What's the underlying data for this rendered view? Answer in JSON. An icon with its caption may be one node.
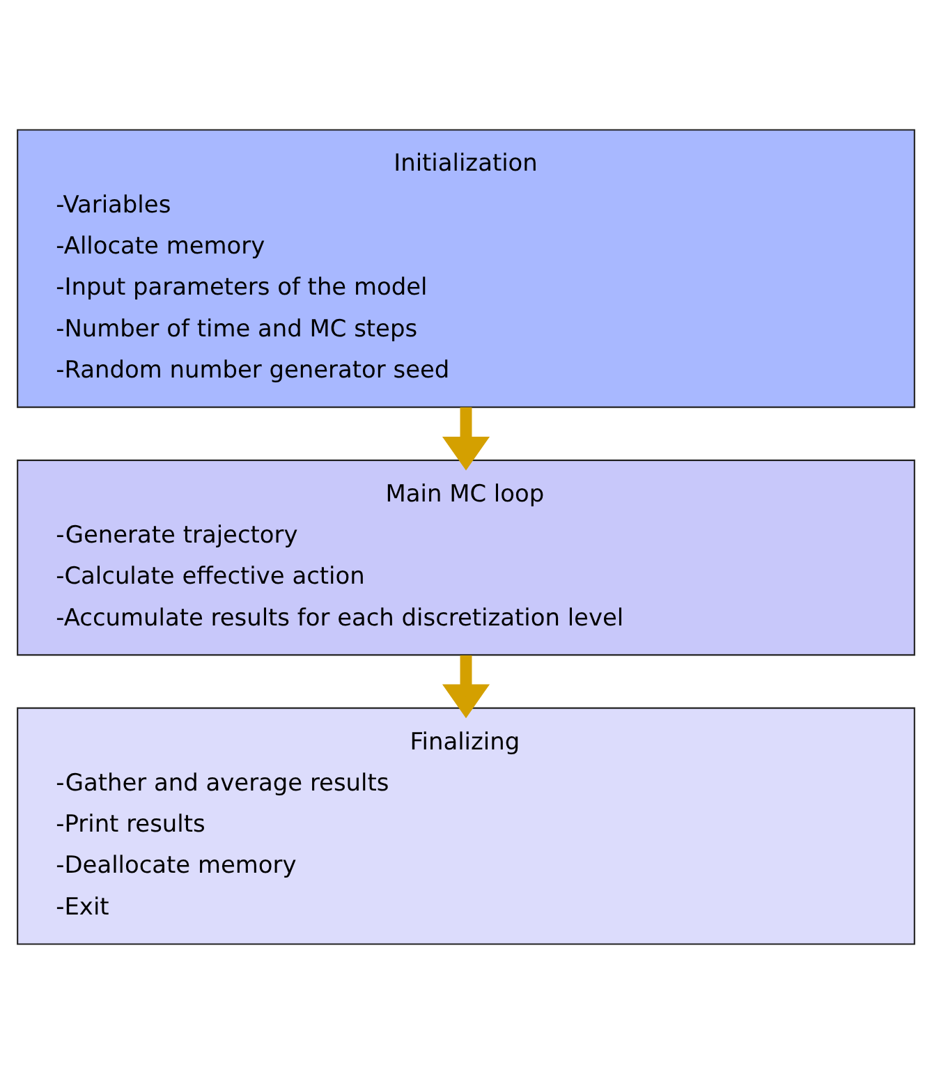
{
  "diagram": {
    "nodes": [
      {
        "text": [
          "Initialization",
          "-Variables",
          "-Allocate memory",
          "-Input parameters of the model",
          "-Number of time and MC steps",
          "-Random number generator seed"
        ]
      },
      {
        "text": [
          "Main MC loop",
          "-Generate trajectory",
          "-Calculate effective action",
          "-Accumulate results for each discretization level"
        ]
      },
      {
        "text": [
          "Finalizing",
          "-Gather and average results",
          "-Print results",
          "-Deallocate memory",
          "-Exit"
        ]
      }
    ],
    "edges": [
      {
        "from": 0,
        "to": 1,
        "arrow": "to"
      },
      {
        "from": 1,
        "to": 2,
        "arrow": "to"
      }
    ]
  }
}
